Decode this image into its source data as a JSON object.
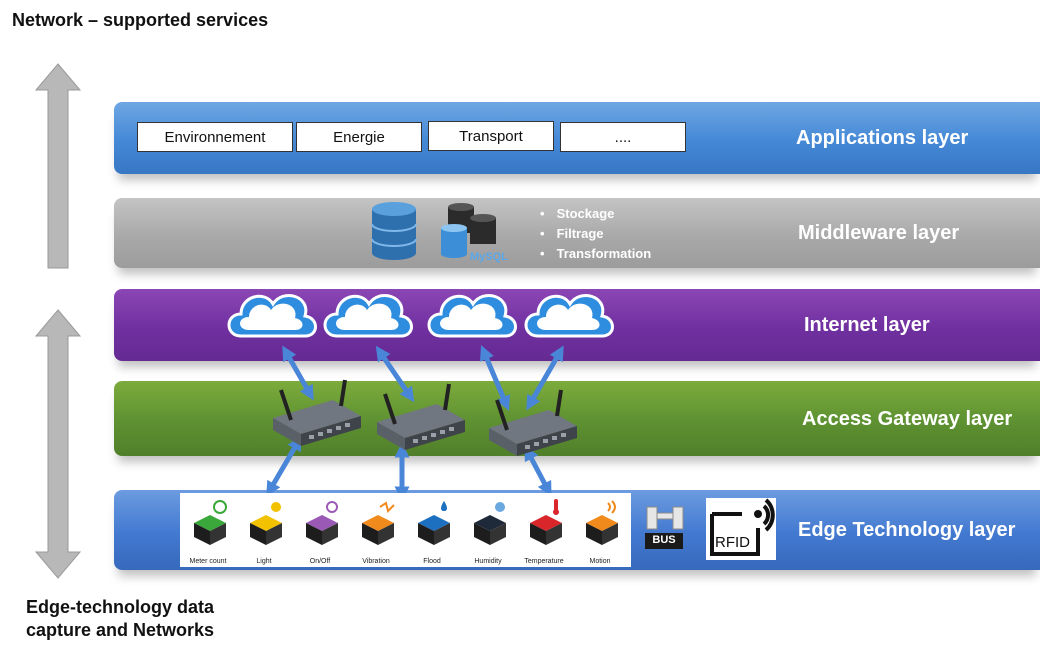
{
  "titles": {
    "top": "Network – supported services",
    "bottom_line1": "Edge-technology data",
    "bottom_line2": "capture and Networks"
  },
  "layers": {
    "applications": "Applications layer",
    "middleware": "Middleware layer",
    "internet": "Internet layer",
    "access_gateway": "Access Gateway layer",
    "edge_technology": "Edge Technology layer"
  },
  "applications": [
    "Environnement",
    "Energie",
    "Transport",
    "...."
  ],
  "middleware": {
    "db_label": "MySQL",
    "bullets": [
      "Stockage",
      "Filtrage",
      "Transformation"
    ]
  },
  "sensors": [
    {
      "label": "Meter count",
      "color": "#3aa83a"
    },
    {
      "label": "Light",
      "color": "#f2c200"
    },
    {
      "label": "On/Off",
      "color": "#9b59b6"
    },
    {
      "label": "Vibration",
      "color": "#f08a1c"
    },
    {
      "label": "Flood",
      "color": "#1d6fc0"
    },
    {
      "label": "Humidity",
      "color": "#1e2a3a"
    },
    {
      "label": "Temperature",
      "color": "#d9262b"
    },
    {
      "label": "Motion",
      "color": "#f08a1c"
    }
  ],
  "edge_extras": {
    "bus": "BUS",
    "rfid": "RFID"
  },
  "colors": {
    "applications": "#4488d6",
    "middleware": "#a9a9a9",
    "internet": "#7030a0",
    "access_gateway": "#5d9131",
    "edge_technology": "#4279d0",
    "arrow": "#4a86d8",
    "cloud": "#2f8ddf"
  }
}
